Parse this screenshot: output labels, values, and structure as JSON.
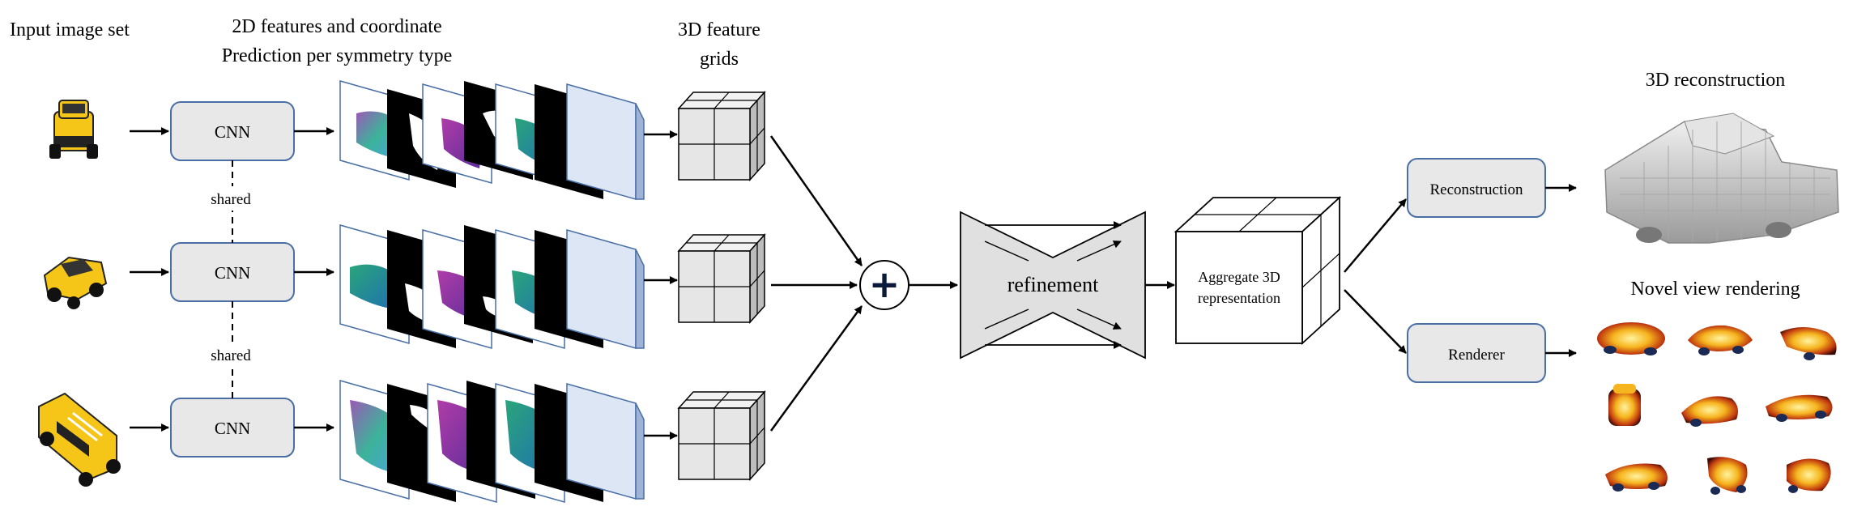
{
  "labels": {
    "input_title": "Input image set",
    "features_title_line1": "2D features and coordinate",
    "features_title_line2": "Prediction per symmetry type",
    "grids_title_line1": "3D feature",
    "grids_title_line2": "grids",
    "recon_title": "3D reconstruction",
    "novel_title": "Novel view rendering"
  },
  "encoders": [
    {
      "label": "CNN"
    },
    {
      "label": "CNN"
    },
    {
      "label": "CNN"
    }
  ],
  "shared_labels": [
    "shared",
    "shared"
  ],
  "fusion_symbol": "+",
  "refinement_label": "refinement",
  "aggregate_line1": "Aggregate 3D",
  "aggregate_line2": "representation",
  "outputs": {
    "reconstruction": "Reconstruction",
    "renderer": "Renderer"
  },
  "colors": {
    "box_fill": "#e8e8e8",
    "box_border": "#4a6fa5",
    "cube_fill": "#e6e6e6",
    "panel_blue": "#dce6f5",
    "car_yellow": "#f5c518"
  }
}
